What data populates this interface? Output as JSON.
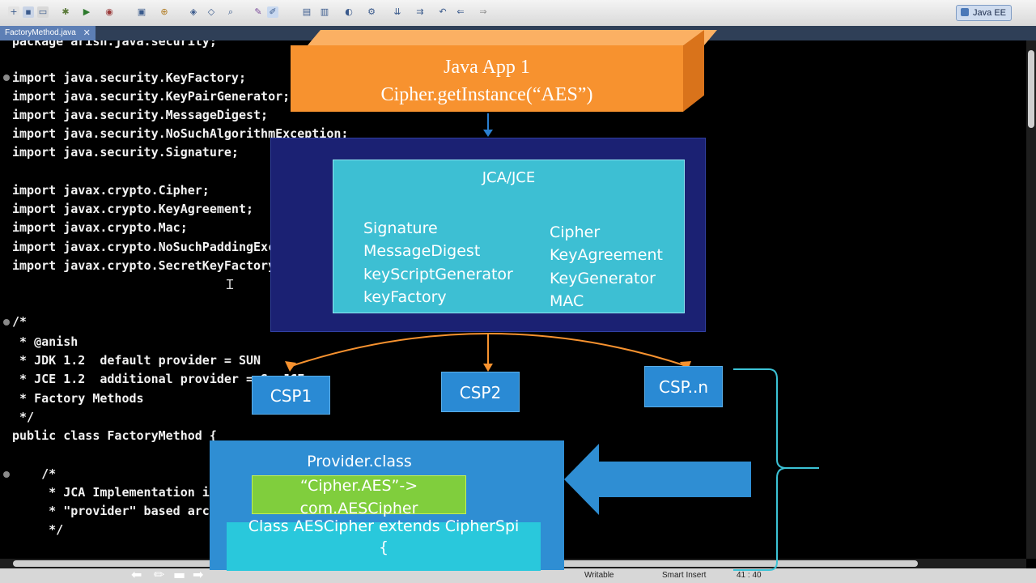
{
  "toolbar": {
    "icons": [
      "new-icon",
      "save-icon",
      "print-icon",
      "debug-icon",
      "run-icon",
      "external-tools-icon",
      "new-java-project-icon",
      "new-package-icon",
      "new-class-icon",
      "open-type-icon",
      "search-icon",
      "annotation-icon",
      "back-icon",
      "forward-icon"
    ],
    "perspective_label": "Java EE"
  },
  "editor": {
    "tab_label": "FactoryMethod.java",
    "lines": [
      "package arish.java.security;",
      "",
      "import java.security.KeyFactory;",
      "import java.security.KeyPairGenerator;",
      "import java.security.MessageDigest;",
      "import java.security.NoSuchAlgorithmException;",
      "import java.security.Signature;",
      "",
      "import javax.crypto.Cipher;",
      "import javax.crypto.KeyAgreement;",
      "import javax.crypto.Mac;",
      "import javax.crypto.NoSuchPaddingException;",
      "import javax.crypto.SecretKeyFactory;",
      "",
      "",
      "/*",
      " * @anish",
      " * JDK 1.2  default provider = SUN",
      " * JCE 1.2  additional provider = SunJCE",
      " * Factory Methods",
      " */",
      "public class FactoryMethod {",
      "",
      "    /*",
      "     * JCA Implementation independence and interoperability",
      "     * \"provider\" based architecture",
      "     */"
    ]
  },
  "diagram": {
    "app_title": "Java App 1",
    "app_call": "Cipher.getInstance(“AES”)",
    "jca_title": "JCA/JCE",
    "left_apis": [
      "Signature",
      "MessageDigest",
      "keyScriptGenerator",
      "keyFactory"
    ],
    "right_apis": [
      "Cipher",
      "KeyAgreement",
      "KeyGenerator",
      "MAC"
    ],
    "csp1": "CSP1",
    "csp2": "CSP2",
    "cspn": "CSP..n",
    "provider_title": "Provider.class",
    "mapping_line1": "“Cipher.AES”->",
    "mapping_line2": "com.AESCipher",
    "spi_line1": "Class AESCipher extends CipherSpi",
    "spi_line2": "{",
    "colors": {
      "app": "#f7922f",
      "jca_outer": "#1b2173",
      "jca_inner": "#3dbfd3",
      "csp": "#2a8ad4",
      "arrow": "#f7922f",
      "mapping": "#8cd728",
      "spi": "#29c8dc"
    }
  },
  "statusbar": {
    "mode": "Writable",
    "insert": "Smart Insert",
    "position": "41 : 40"
  }
}
